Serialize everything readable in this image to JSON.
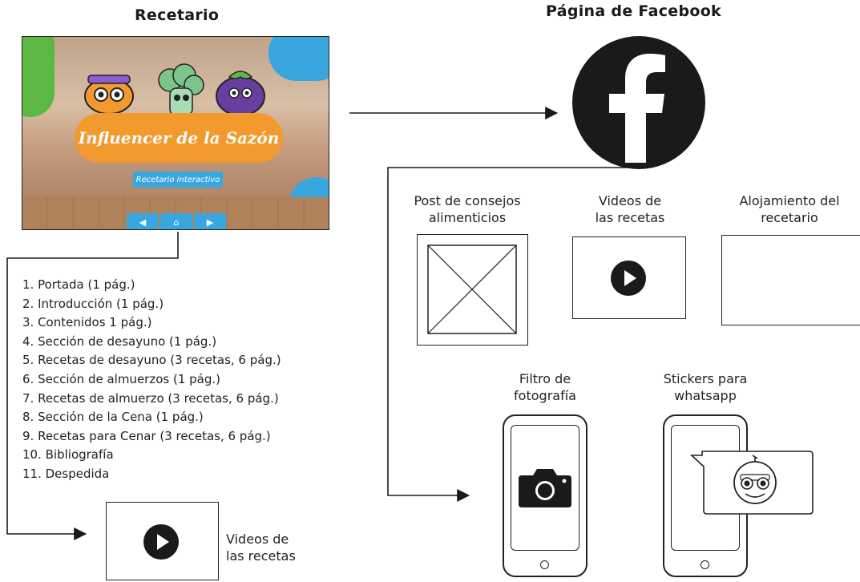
{
  "recetario": {
    "title": "Recetario",
    "cover": {
      "banner": "Influencer de la Sazón",
      "subbanner": "Recetario interactivo",
      "nav": [
        "◀",
        "⌂",
        "▶"
      ]
    },
    "contents": [
      "1. Portada (1 pág.)",
      "2. Introducción (1 pág.)",
      "3. Contenidos 1 pág.)",
      "4. Sección de desayuno (1 pág.)",
      "5. Recetas de desayuno (3 recetas, 6 pág.)",
      "6. Sección de almuerzos (1 pág.)",
      "7. Recetas de almuerzo (3 recetas, 6 pág.)",
      "8. Sección de la Cena (1 pág.)",
      "9. Recetas para Cenar (3 recetas, 6 pág.)",
      "10. Bibliografía",
      "11. Despedida"
    ],
    "video_label": "Videos de\nlas recetas"
  },
  "facebook": {
    "title": "Página de Facebook",
    "items": {
      "post": "Post de consejos\nalimenticios",
      "videos": "Videos de\nlas recetas",
      "hosting": "Alojamiento del\nrecetario",
      "filter": "Filtro de\nfotografía",
      "stickers": "Stickers para\nwhatsapp"
    }
  },
  "colors": {
    "orange": "#f39a2e",
    "blue": "#3aa6df",
    "green": "#5cb844",
    "ink": "#1a1a1a"
  }
}
